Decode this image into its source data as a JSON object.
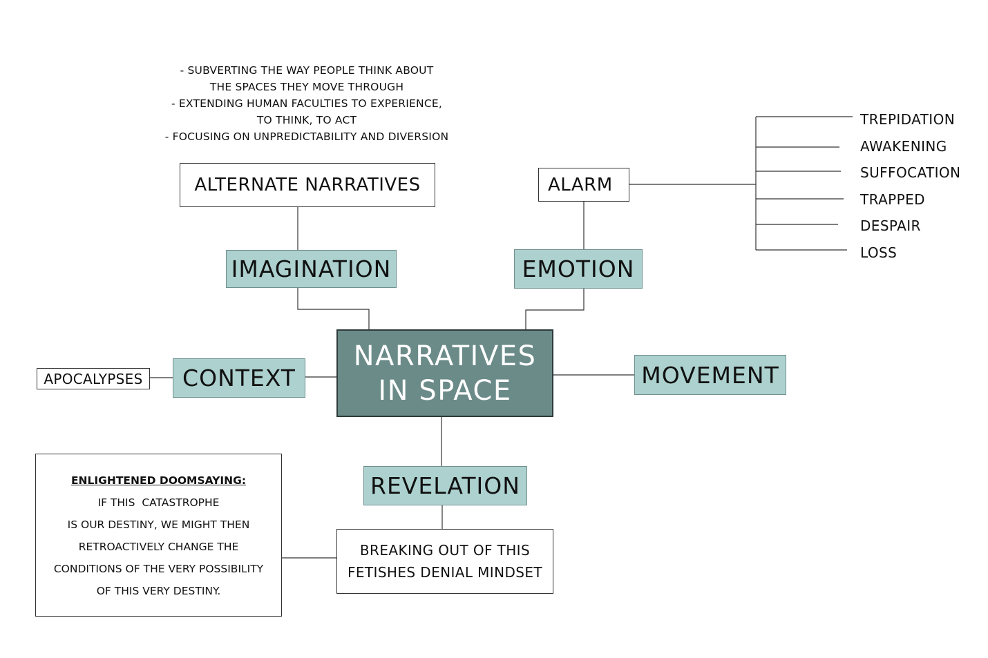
{
  "colors": {
    "central_fill": "#6b8b89",
    "branch_fill": "#acd1cf",
    "line": "#333333"
  },
  "central": {
    "line1": "NARRATIVES",
    "line2": "IN SPACE"
  },
  "branches": {
    "imagination": "IMAGINATION",
    "emotion": "EMOTION",
    "context": "CONTEXT",
    "movement": "MOVEMENT",
    "revelation": "REVELATION"
  },
  "leaves": {
    "alternate_narratives": "ALTERNATE NARRATIVES",
    "alarm": "ALARM",
    "apocalypses": "APOCALYPSES"
  },
  "imagination_notes": [
    "- SUBVERTING THE WAY PEOPLE THINK ABOUT",
    "THE SPACES THEY MOVE THROUGH",
    "- EXTENDING HUMAN FACULTIES TO EXPERIENCE,",
    "TO THINK, TO ACT",
    "- FOCUSING ON UNPREDICTABILITY AND DIVERSION"
  ],
  "alarm_items": [
    "TREPIDATION",
    "AWAKENING",
    "SUFFOCATION",
    "TRAPPED",
    "DESPAIR",
    "LOSS"
  ],
  "revelation_detail": {
    "line1": "BREAKING OUT OF THIS",
    "line2": "FETISHES DENIAL MINDSET"
  },
  "doomsaying": {
    "title": "ENLIGHTENED DOOMSAYING:",
    "lines": [
      "IF THIS  CATASTROPHE",
      "IS OUR DESTINY, WE MIGHT THEN",
      "RETROACTIVELY CHANGE THE",
      "CONDITIONS OF THE VERY POSSIBILITY",
      "OF THIS VERY DESTINY."
    ]
  }
}
